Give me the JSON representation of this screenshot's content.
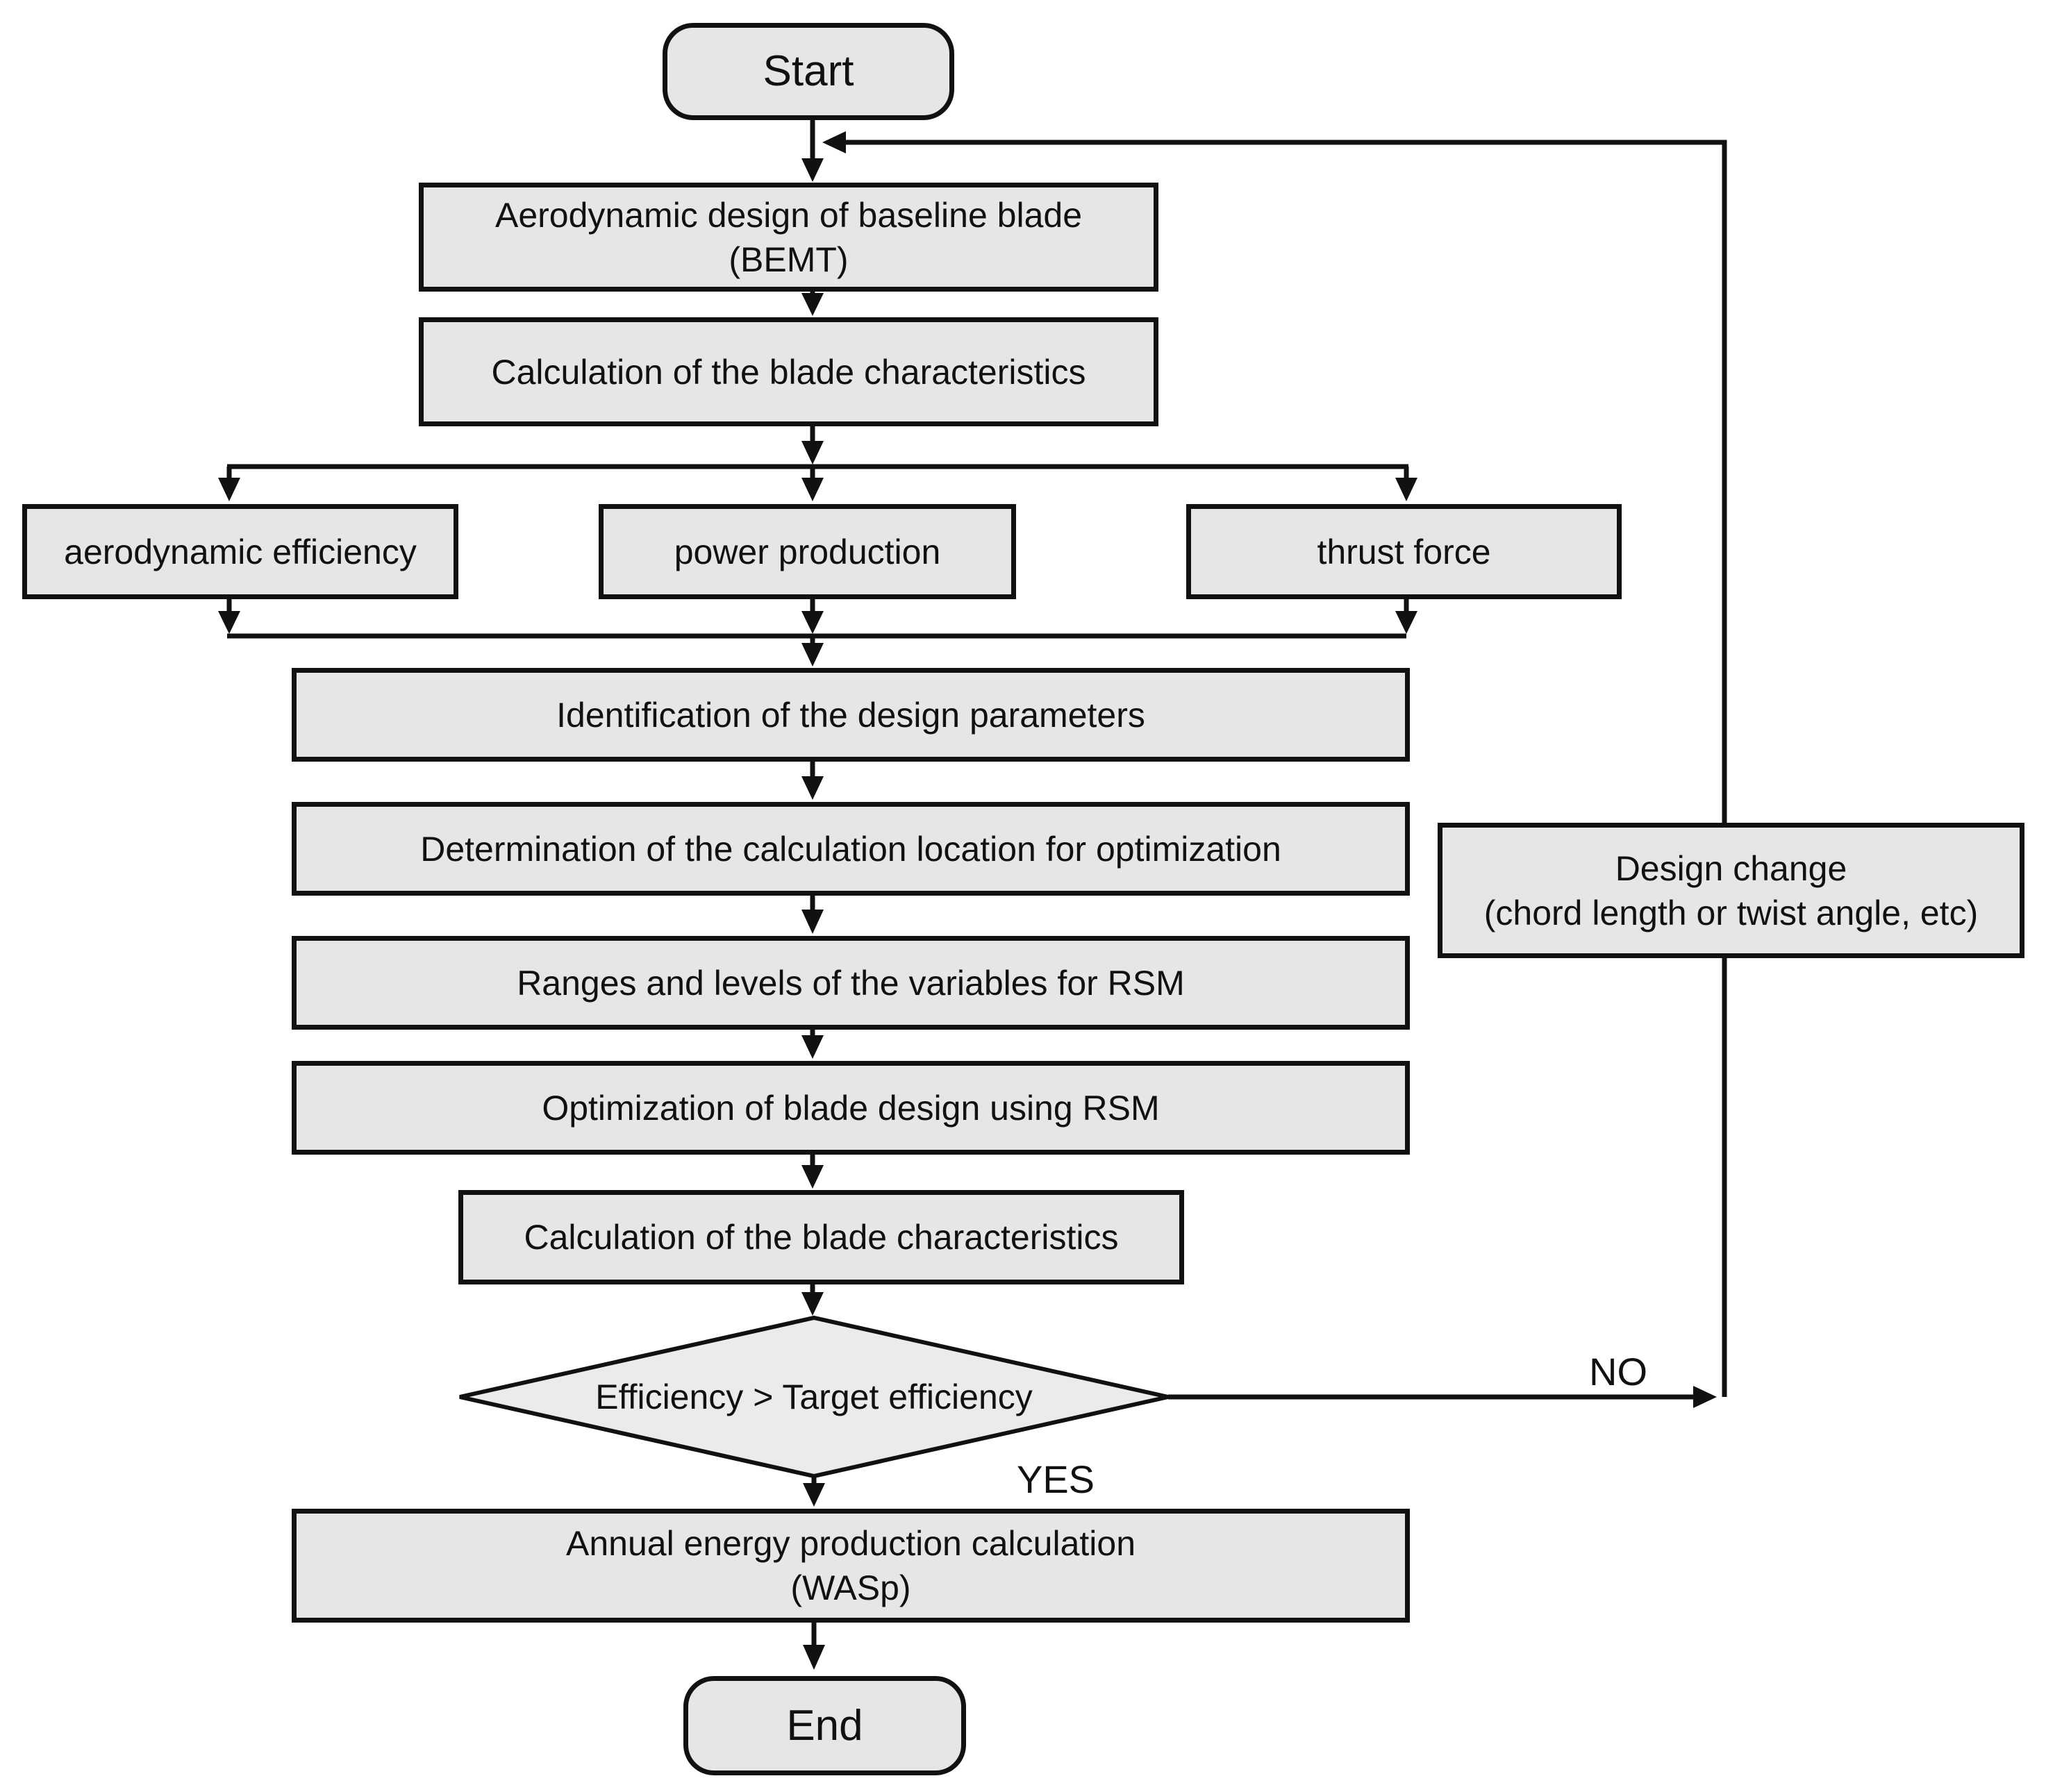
{
  "nodes": {
    "start": {
      "label": "Start"
    },
    "baseline_design": {
      "line1": "Aerodynamic design of baseline blade",
      "line2": "(BEMT)"
    },
    "calc_characteristics_1": {
      "label": "Calculation of the blade characteristics"
    },
    "aerodynamic_efficiency": {
      "label": "aerodynamic efficiency"
    },
    "power_production": {
      "label": "power production"
    },
    "thrust_force": {
      "label": "thrust force"
    },
    "identification": {
      "label": "Identification of the design parameters"
    },
    "determination": {
      "label": "Determination of the calculation location for optimization"
    },
    "ranges_levels": {
      "label": "Ranges and levels of the variables for RSM"
    },
    "optimization": {
      "label": "Optimization of blade design using RSM"
    },
    "calc_characteristics_2": {
      "label": "Calculation of the blade characteristics"
    },
    "decision": {
      "label": "Efficiency > Target efficiency"
    },
    "design_change": {
      "line1": "Design change",
      "line2": "(chord length or twist angle, etc)"
    },
    "annual_energy": {
      "line1": "Annual energy production calculation",
      "line2": "(WASp)"
    },
    "end": {
      "label": "End"
    }
  },
  "edge_labels": {
    "yes": "YES",
    "no": "NO"
  },
  "colors": {
    "node_fill": "#e6e6e6",
    "diamond_fill": "#ebebeb",
    "stroke": "#111111",
    "background": "#ffffff"
  }
}
